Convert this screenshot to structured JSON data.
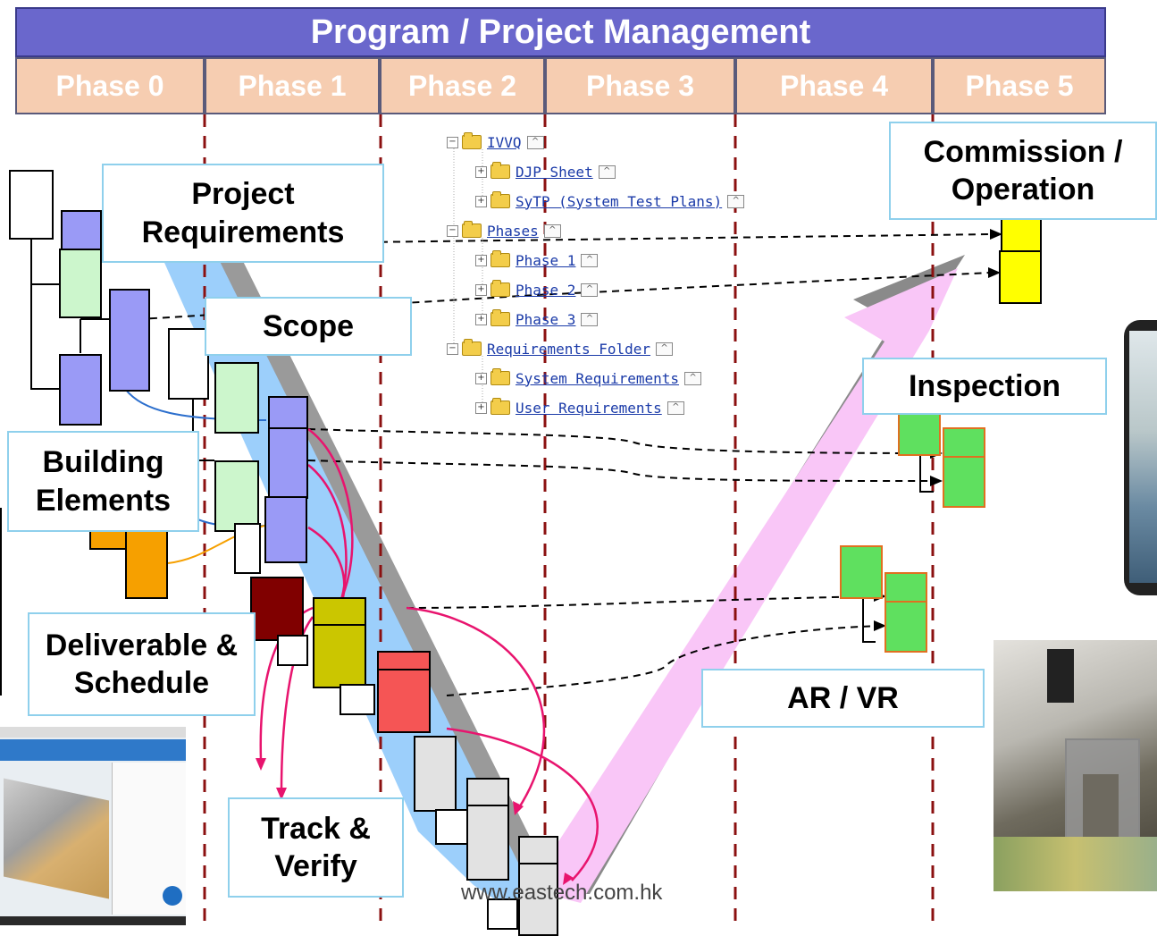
{
  "header": {
    "title": "Program / Project Management"
  },
  "phases": [
    "Phase 0",
    "Phase 1",
    "Phase 2",
    "Phase 3",
    "Phase 4",
    "Phase 5"
  ],
  "callouts": {
    "project_requirements": "Project Requirements",
    "scope": "Scope",
    "building_elements": "Building Elements",
    "deliverable_schedule": "Deliverable & Schedule",
    "track_verify": "Track & Verify",
    "commission_operation": "Commission / Operation",
    "inspection": "Inspection",
    "ar_vr": "AR / VR"
  },
  "tree": [
    {
      "label": "IVVQ",
      "level": 0,
      "expander": "−"
    },
    {
      "label": "DJP Sheet",
      "level": 1,
      "expander": "+"
    },
    {
      "label": "SyTP (System Test Plans)",
      "level": 1,
      "expander": "+"
    },
    {
      "label": "Phases",
      "level": 0,
      "expander": "−"
    },
    {
      "label": "Phase 1",
      "level": 1,
      "expander": "+"
    },
    {
      "label": "Phase 2",
      "level": 1,
      "expander": "+"
    },
    {
      "label": "Phase 3",
      "level": 1,
      "expander": "+"
    },
    {
      "label": "Requirements Folder",
      "level": 0,
      "expander": "−"
    },
    {
      "label": "System Requirements",
      "level": 1,
      "expander": "+"
    },
    {
      "label": "User Requirements",
      "level": 1,
      "expander": "+"
    }
  ],
  "watermark": "www.eastech.com.hk",
  "colors": {
    "header": "#6a67cc",
    "phase": "#f6cdb1",
    "down_arrow": "#9ccffb",
    "up_arrow": "#f9c6f7",
    "connector": "#e8146e"
  }
}
